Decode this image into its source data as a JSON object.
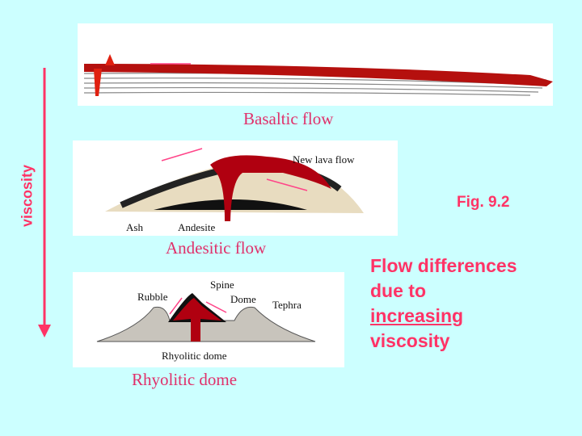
{
  "side_label": "viscosity",
  "figure_ref": "Fig. 9.2",
  "title": {
    "line1": "Flow differences",
    "line2": "due to",
    "line3": "increasing",
    "line4": "viscosity"
  },
  "panels": [
    {
      "caption": "Basaltic flow"
    },
    {
      "caption": "Andesitic flow",
      "labels": [
        "New lava flow",
        "Ash",
        "Andesite"
      ]
    },
    {
      "caption": "Rhyolitic dome",
      "labels": [
        "Spine",
        "Rubble",
        "Dome",
        "Tephra",
        "Rhyolitic dome"
      ]
    }
  ],
  "colors": {
    "background": "#ccffff",
    "accent": "#ff3366",
    "lava": "#c00010"
  }
}
